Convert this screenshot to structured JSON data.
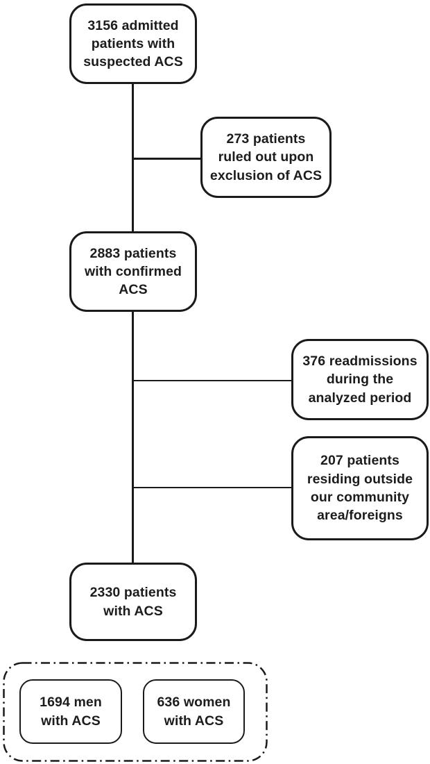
{
  "flowchart": {
    "type": "patient-flow-diagram",
    "colors": {
      "border": "#1a1a1a",
      "text": "#1c1c1c",
      "background": "#ffffff"
    },
    "nodes": {
      "suspected": {
        "label": "3156 admitted\npatients with\nsuspected ACS"
      },
      "excluded": {
        "label": "273 patients\nruled out upon\nexclusion of ACS"
      },
      "confirmed": {
        "label": "2883 patients\nwith confirmed\nACS"
      },
      "readmissions": {
        "label": "376 readmissions\nduring the\nanalyzed period"
      },
      "outside": {
        "label": "207 patients\nresiding outside\nour community\narea/foreigns"
      },
      "final": {
        "label": "2330 patients\nwith ACS"
      },
      "men": {
        "label": "1694 men\nwith ACS"
      },
      "women": {
        "label": "636 women\nwith ACS"
      }
    }
  }
}
